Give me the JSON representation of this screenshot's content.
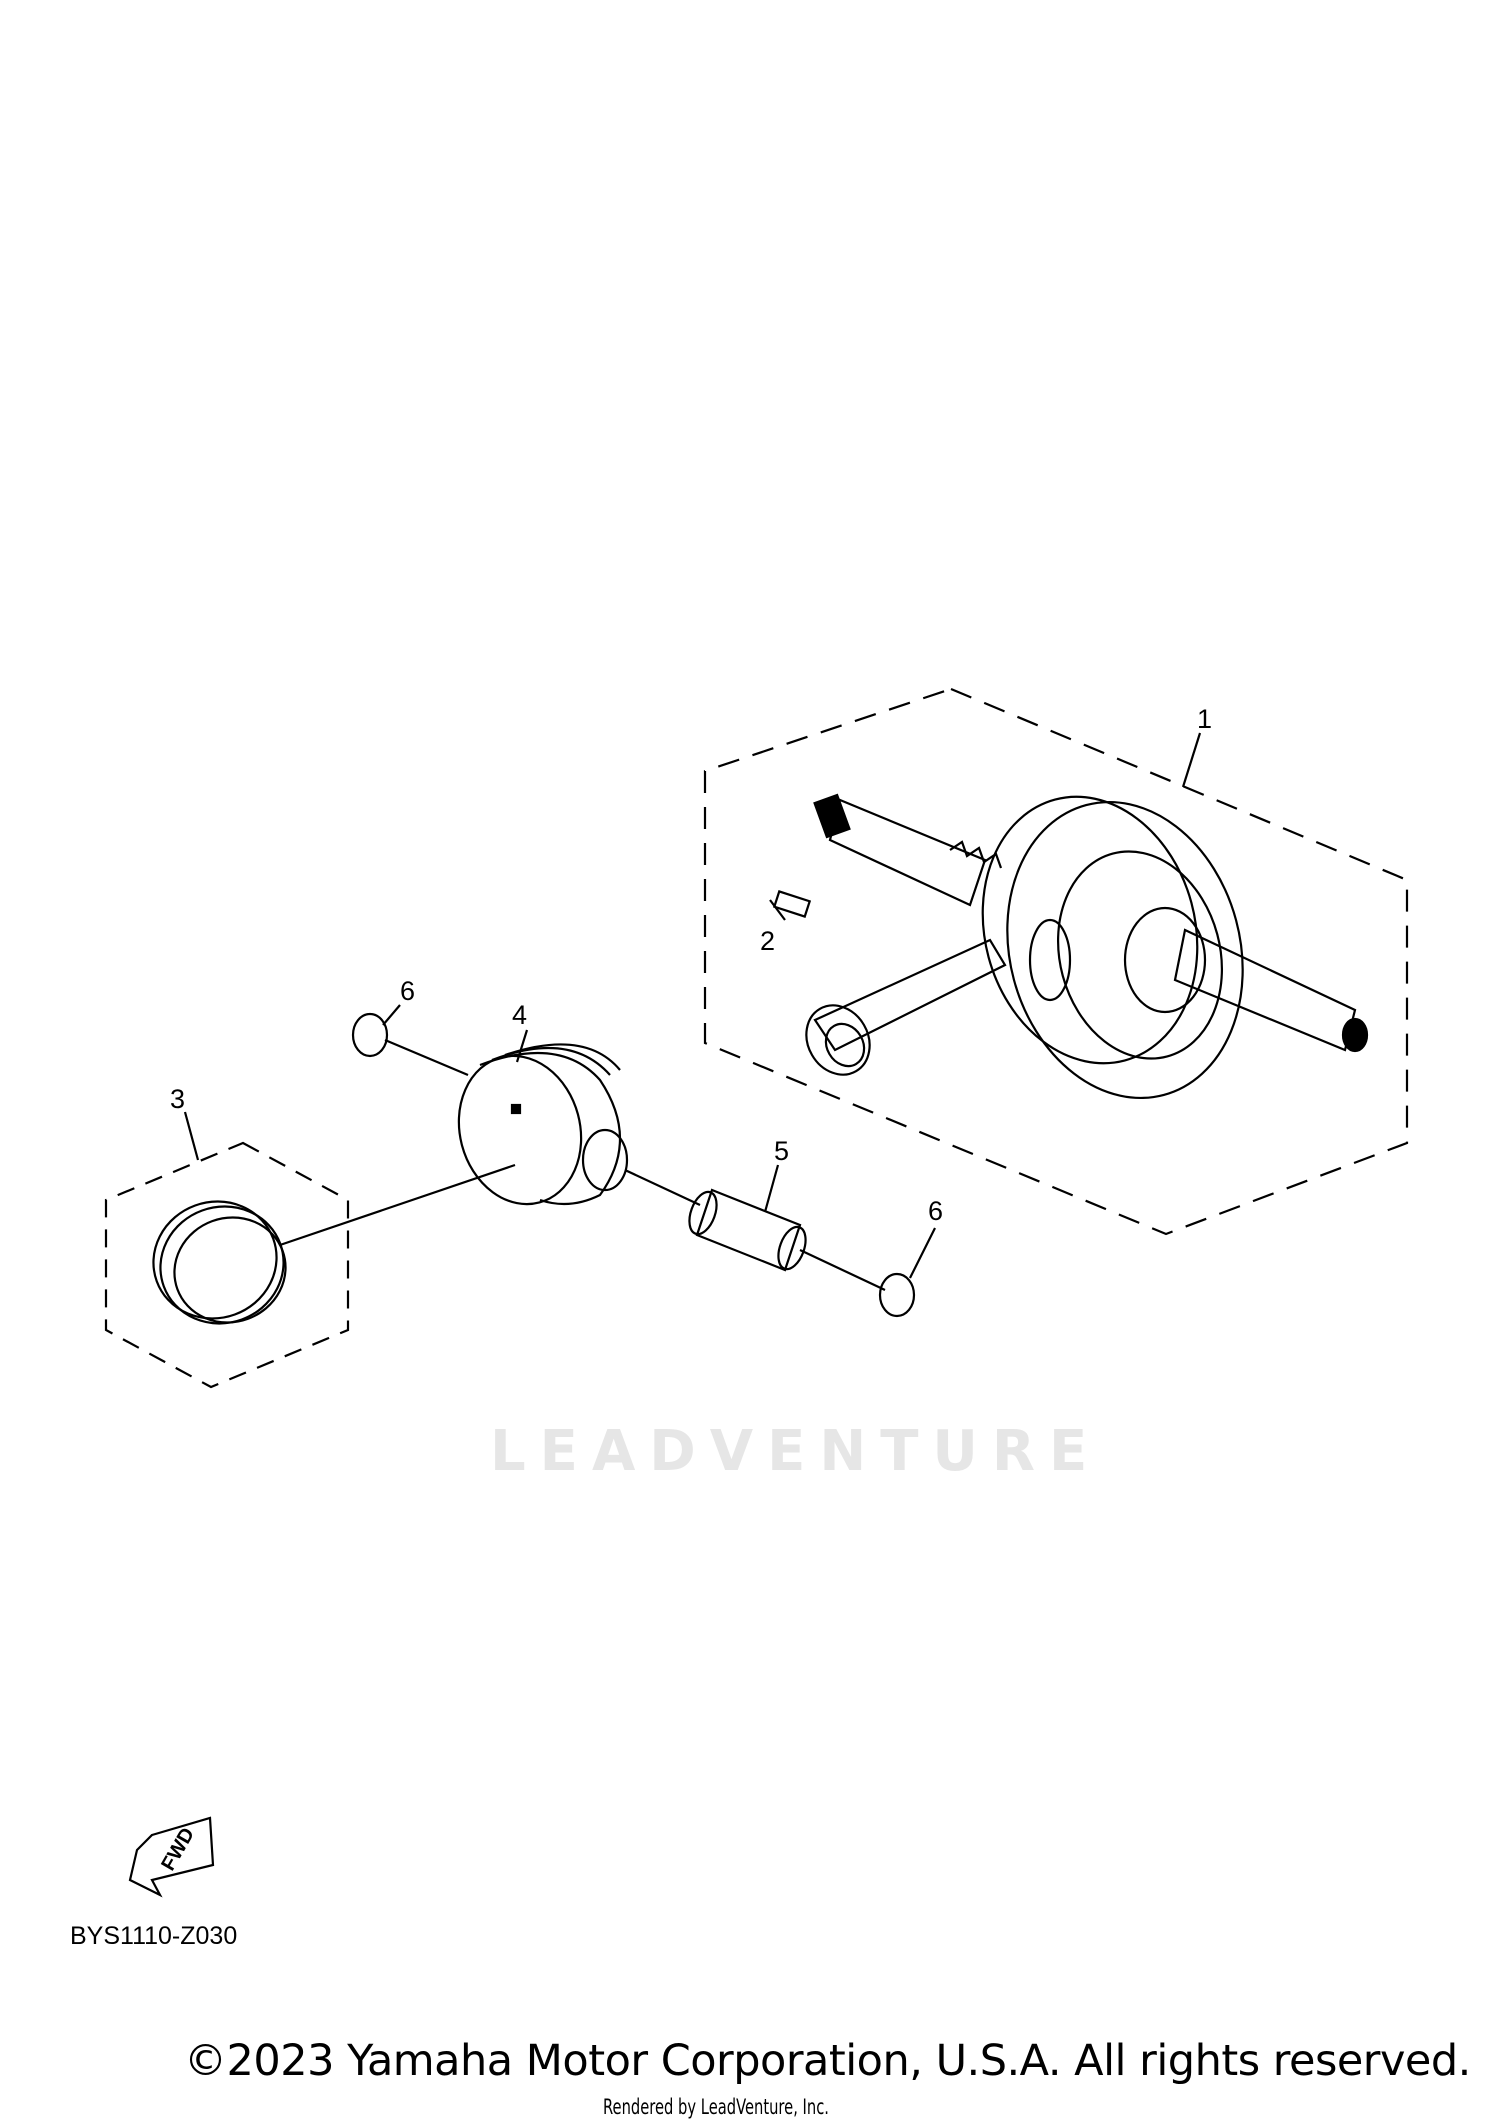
{
  "diagram": {
    "callouts": [
      "1",
      "2",
      "3",
      "4",
      "5",
      "6",
      "6"
    ],
    "fwd_label": "FWD",
    "drawing_code": "BYS1110-Z030",
    "watermark": "LEADVENTURE"
  },
  "footer": {
    "copyright": "©2023 Yamaha Motor Corporation, U.S.A. All rights reserved.",
    "rendered_by": "Rendered by LeadVenture, Inc."
  }
}
